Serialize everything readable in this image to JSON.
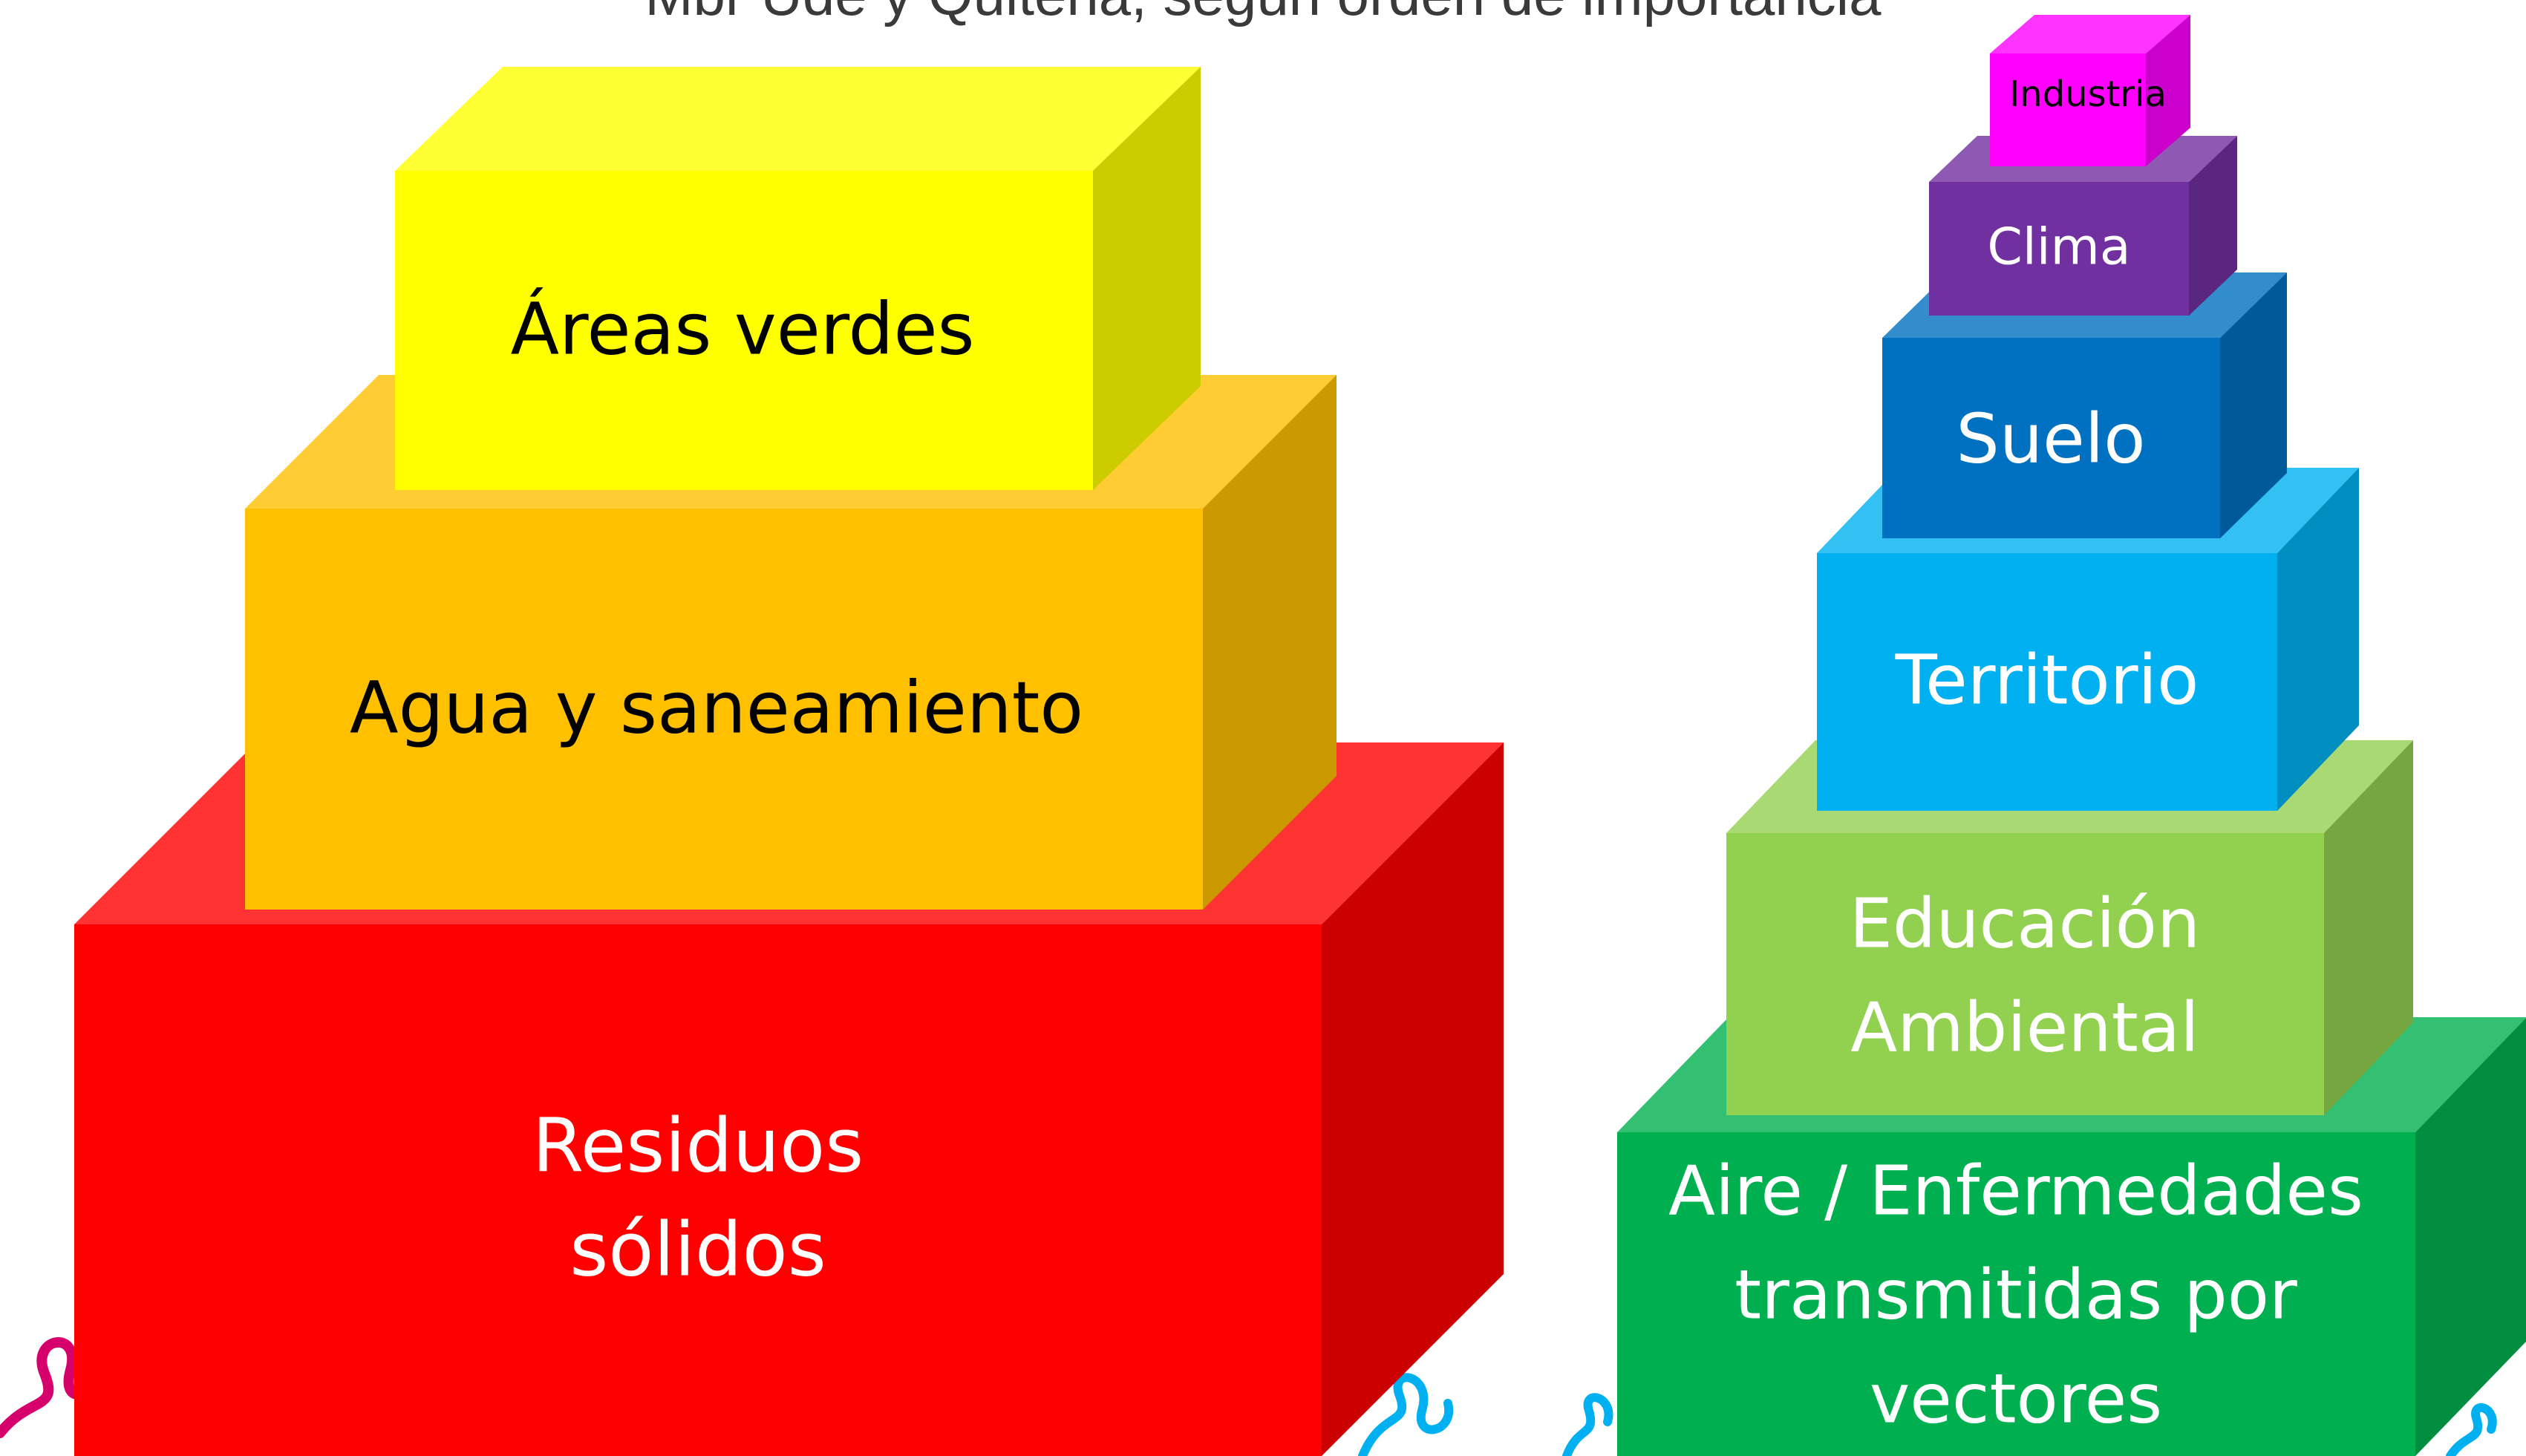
{
  "title": "Mbr Ude y Quitena, según orden de importancia",
  "pyramids": {
    "left": {
      "blocks": [
        {
          "label_lines": [
            "Residuos",
            "sólidos"
          ],
          "front": "#ff0000",
          "top": "#ff3333",
          "side": "#cc0000",
          "text_color": "#ffffff"
        },
        {
          "label_lines": [
            "Agua y saneamiento"
          ],
          "front": "#ffc000",
          "top": "#ffcd33",
          "side": "#cc9a00",
          "text_color": "#000000"
        },
        {
          "label_lines": [
            "Áreas verdes"
          ],
          "front": "#ffff00",
          "top": "#ffff33",
          "side": "#cccc00",
          "text_color": "#000000"
        }
      ]
    },
    "right": {
      "blocks": [
        {
          "label_lines": [
            "Aire / Enfermedades",
            "transmitidas por",
            "vectores"
          ],
          "front": "#00b050",
          "top": "#33c073",
          "side": "#008d40",
          "text_color": "#ffffff"
        },
        {
          "label_lines": [
            "Educación",
            "Ambiental"
          ],
          "front": "#92d050",
          "top": "#a8d973",
          "side": "#75a640",
          "text_color": "#ffffff"
        },
        {
          "label_lines": [
            "Territorio"
          ],
          "front": "#00b0f0",
          "top": "#33c0f3",
          "side": "#008dc0",
          "text_color": "#ffffff"
        },
        {
          "label_lines": [
            "Suelo"
          ],
          "front": "#0070c0",
          "top": "#338dcd",
          "side": "#005a9a",
          "text_color": "#ffffff"
        },
        {
          "label_lines": [
            "Clima"
          ],
          "front": "#7030a0",
          "top": "#8d59b3",
          "side": "#5a2680",
          "text_color": "#ffffff"
        },
        {
          "label_lines": [
            "Industria"
          ],
          "front": "#ff00ff",
          "top": "#ff33ff",
          "side": "#cc00cc",
          "text_color": "#000000"
        }
      ]
    }
  },
  "decorations": {
    "ribbon_left": "#d6006c",
    "ribbon_right": "#00b0f0"
  }
}
